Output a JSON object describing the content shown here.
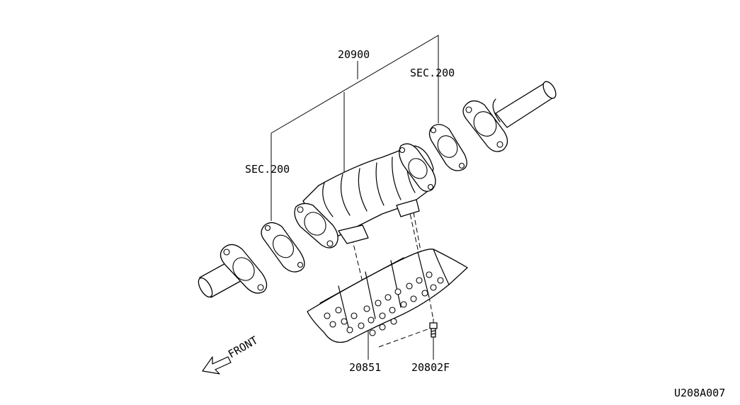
{
  "labels": {
    "assembly_number": "20900",
    "section_ref_left": "SEC.200",
    "section_ref_right": "SEC.200",
    "heat_shield_number": "20851",
    "bolt_number": "20802F",
    "direction": "FRONT",
    "diagram_code": "U208A007"
  },
  "icons": {
    "front_arrow": "front-arrow-icon"
  }
}
